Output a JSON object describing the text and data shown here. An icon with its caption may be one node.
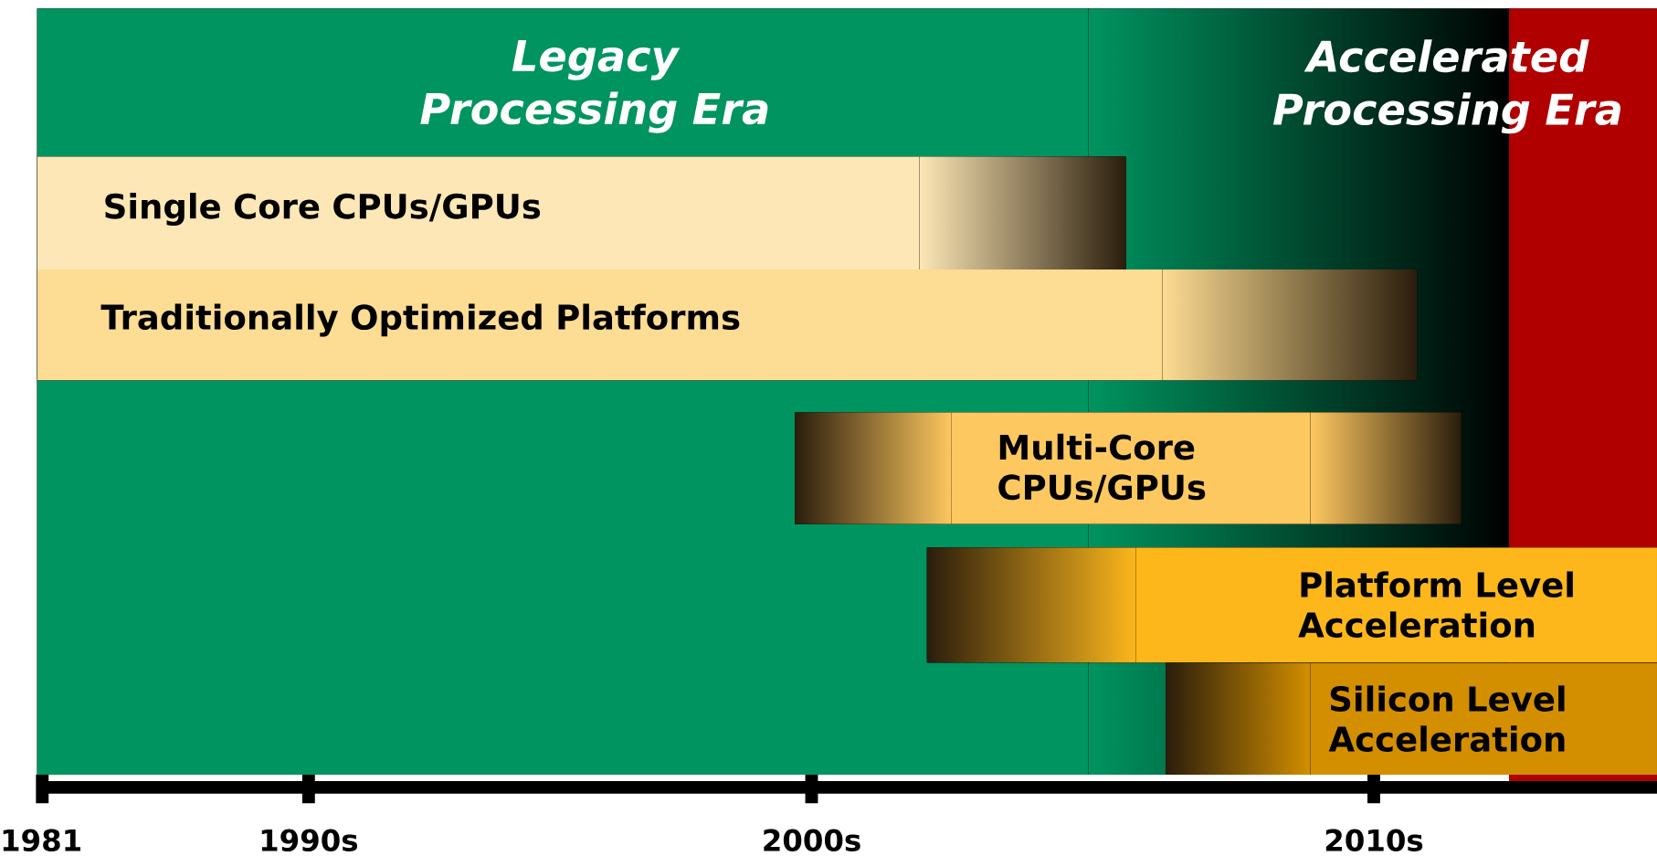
{
  "diagram": {
    "nodes": [
      {
        "text": [
          "Legacy Processing Era"
        ]
      },
      {
        "text": [
          "Accelerated Processing Era"
        ]
      },
      {
        "text": [
          "Single Core CPUs/GPUs"
        ],
        "in": 0
      },
      {
        "text": [
          "Traditionally Optimized Platforms"
        ],
        "in": 0
      },
      {
        "text": [
          "Multi-Core CPUs/GPUs"
        ]
      },
      {
        "text": [
          "Platform Level Acceleration"
        ]
      },
      {
        "text": [
          "Silicon Level Acceleration"
        ]
      }
    ],
    "labels": [
      "1981",
      "1990s",
      "2000s",
      "2010s"
    ]
  }
}
